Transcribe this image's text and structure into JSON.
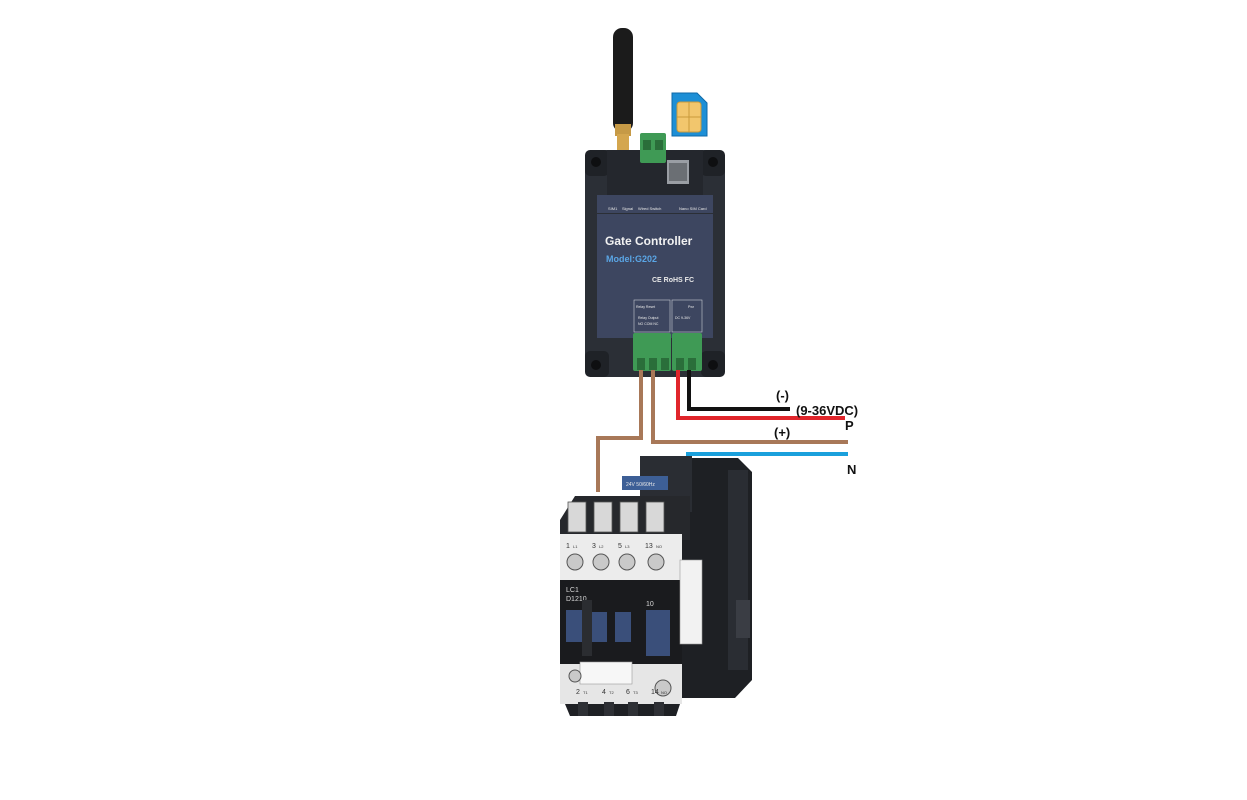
{
  "device": {
    "title": "Gate Controller",
    "model": "Model:G202",
    "certs": "CE RoHS FC",
    "top_labels": [
      "SIM1",
      "Signal",
      "Wired Switch",
      "Nano SIM Card"
    ],
    "bottom_left_label": "Relay Output",
    "bottom_left_top": "Relay  Reset",
    "bottom_left_terms": "NO COM NC",
    "bottom_right_top": "Pwr",
    "bottom_right_terms": "DC 9-36V"
  },
  "contactor": {
    "top_terms": [
      "1",
      "3",
      "5",
      "13"
    ],
    "top_terms_sub": [
      "L1",
      "L2",
      "L3",
      "NO"
    ],
    "bottom_terms": [
      "2",
      "4",
      "6",
      "14"
    ],
    "bottom_terms_sub": [
      "T1",
      "T2",
      "T3",
      "NO"
    ],
    "model_line1": "LC1",
    "model_line2": "D1210",
    "coil_label": "10",
    "coil_plate": "24V 50/60Hz"
  },
  "labels": {
    "minus": "(-)",
    "voltage": "(9-36VDC)",
    "plus": "(+)",
    "phase": "P",
    "neutral": "N"
  },
  "colors": {
    "brown_wire": "#a87858",
    "red_wire": "#e0252b",
    "black_wire": "#111111",
    "blue_wire": "#1aa0dc",
    "device_body": "#2b2f36",
    "panel": "#3d4660",
    "terminal_green": "#3f9a55",
    "sim_blue": "#1d8fd6",
    "sim_gold": "#f2c66d"
  }
}
